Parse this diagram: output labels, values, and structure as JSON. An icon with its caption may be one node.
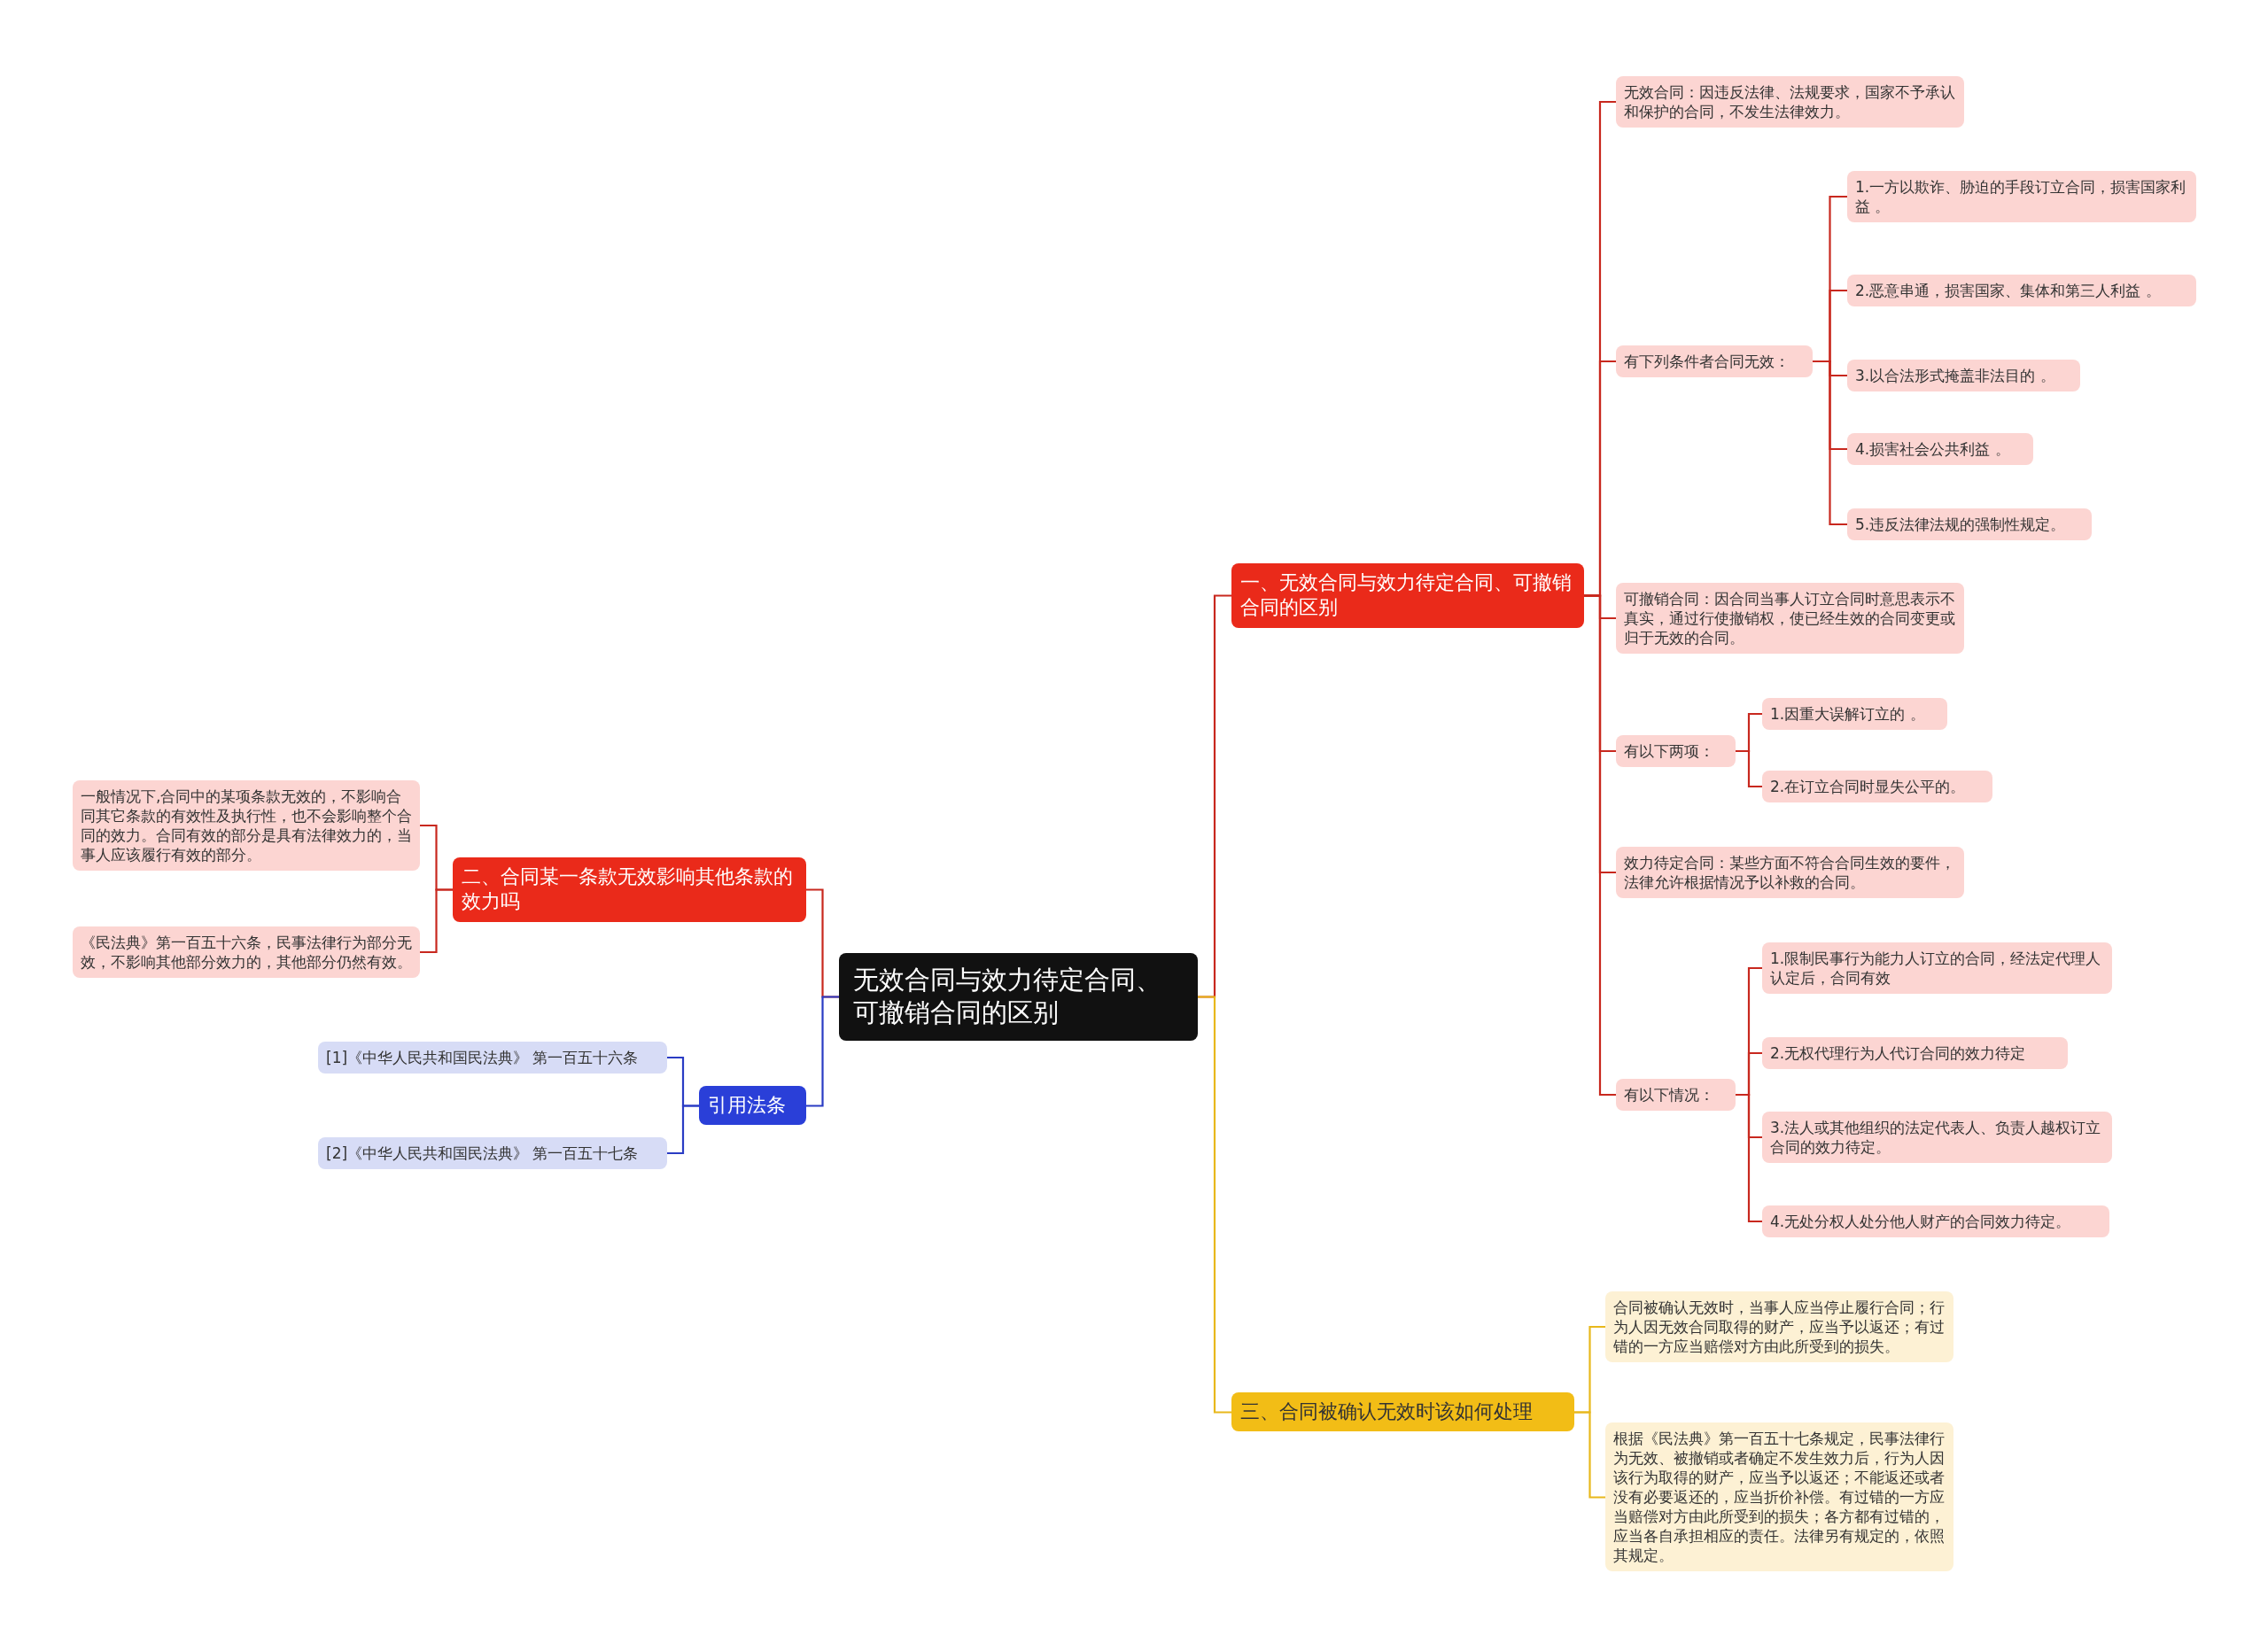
{
  "diagram": {
    "nodes": [
      {
        "text": [
          "无效合同与效力待定合同、可撤销合同的区别"
        ]
      },
      {
        "text": [
          "一、无效合同与效力待定合同、可撤销合同的区别"
        ]
      },
      {
        "text": [
          "无效合同：因违反法律、法规要求，国家不予承认和保护的合同，不发生法律效力。"
        ]
      },
      {
        "text": [
          "有下列条件者合同无效："
        ]
      },
      {
        "text": [
          "1.一方以欺诈、胁迫的手段订立合同，损害国家利益 。"
        ]
      },
      {
        "text": [
          "2.恶意串通，损害国家、集体和第三人利益 。"
        ]
      },
      {
        "text": [
          "3.以合法形式掩盖非法目的 。"
        ]
      },
      {
        "text": [
          "4.损害社会公共利益 。"
        ]
      },
      {
        "text": [
          "5.违反法律法规的强制性规定。"
        ]
      },
      {
        "text": [
          "可撤销合同：因合同当事人订立合同时意思表示不真实，通过行使撤销权，使已经生效的合同变更或归于无效的合同。"
        ]
      },
      {
        "text": [
          "有以下两项："
        ]
      },
      {
        "text": [
          "1.因重大误解订立的 。"
        ]
      },
      {
        "text": [
          "2.在订立合同时显失公平的。"
        ]
      },
      {
        "text": [
          "效力待定合同：某些方面不符合合同生效的要件，法律允许根据情况予以补救的合同。"
        ]
      },
      {
        "text": [
          "有以下情况："
        ]
      },
      {
        "text": [
          "1.限制民事行为能力人订立的合同，经法定代理人认定后，合同有效"
        ]
      },
      {
        "text": [
          "2.无权代理行为人代订合同的效力待定"
        ]
      },
      {
        "text": [
          "3.法人或其他组织的法定代表人、负责人越权订立合同的效力待定。"
        ]
      },
      {
        "text": [
          "4.无处分权人处分他人财产的合同效力待定。"
        ]
      },
      {
        "text": [
          "三、合同被确认无效时该如何处理"
        ]
      },
      {
        "text": [
          "合同被确认无效时，当事人应当停止履行合同；行为人因无效合同取得的财产，应当予以返还；有过错的一方应当赔偿对方由此所受到的损失。"
        ]
      },
      {
        "text": [
          "根据《民法典》第一百五十七条规定，民事法律行为无效、被撤销或者确定不发生效力后，行为人因该行为取得的财产，应当予以返还；不能返还或者没有必要返还的，应当折价补偿。有过错的一方应当赔偿对方由此所受到的损失；各方都有过错的，应当各自承担相应的责任。法律另有规定的，依照其规定。"
        ]
      },
      {
        "text": [
          "二、合同某一条款无效影响其他条款的效力吗"
        ]
      },
      {
        "text": [
          "一般情况下,合同中的某项条款无效的，不影响合同其它条款的有效性及执行性，也不会影响整个合同的效力。合同有效的部分是具有法律效力的，当事人应该履行有效的部分。"
        ]
      },
      {
        "text": [
          "《民法典》第一百五十六条，民事法律行为部分无效，不影响其他部分效力的，其他部分仍然有效。"
        ]
      },
      {
        "text": [
          "引用法条"
        ]
      },
      {
        "text": [
          "[1]《中华人民共和国民法典》 第一百五十六条"
        ]
      },
      {
        "text": [
          "[2]《中华人民共和国民法典》 第一百五十七条"
        ]
      }
    ],
    "edges": [
      {
        "from": 0,
        "to": 1,
        "arrow": "none"
      },
      {
        "from": 1,
        "to": 2,
        "arrow": "none"
      },
      {
        "from": 1,
        "to": 3,
        "arrow": "none"
      },
      {
        "from": 3,
        "to": 4,
        "arrow": "none"
      },
      {
        "from": 3,
        "to": 5,
        "arrow": "none"
      },
      {
        "from": 3,
        "to": 6,
        "arrow": "none"
      },
      {
        "from": 3,
        "to": 7,
        "arrow": "none"
      },
      {
        "from": 3,
        "to": 8,
        "arrow": "none"
      },
      {
        "from": 1,
        "to": 9,
        "arrow": "none"
      },
      {
        "from": 1,
        "to": 10,
        "arrow": "none"
      },
      {
        "from": 10,
        "to": 11,
        "arrow": "none"
      },
      {
        "from": 10,
        "to": 12,
        "arrow": "none"
      },
      {
        "from": 1,
        "to": 13,
        "arrow": "none"
      },
      {
        "from": 1,
        "to": 14,
        "arrow": "none"
      },
      {
        "from": 14,
        "to": 15,
        "arrow": "none"
      },
      {
        "from": 14,
        "to": 16,
        "arrow": "none"
      },
      {
        "from": 14,
        "to": 17,
        "arrow": "none"
      },
      {
        "from": 14,
        "to": 18,
        "arrow": "none"
      },
      {
        "from": 0,
        "to": 19,
        "arrow": "none",
        "color": "#e8b81c"
      },
      {
        "from": 19,
        "to": 20,
        "arrow": "none",
        "color": "#e8b81c"
      },
      {
        "from": 19,
        "to": 21,
        "arrow": "none",
        "color": "#e8b81c"
      },
      {
        "from": 0,
        "to": 22,
        "arrow": "none"
      },
      {
        "from": 22,
        "to": 23,
        "arrow": "none"
      },
      {
        "from": 22,
        "to": 24,
        "arrow": "none"
      },
      {
        "from": 0,
        "to": 25,
        "arrow": "none",
        "color": "#2a3cc4"
      },
      {
        "from": 25,
        "to": 26,
        "arrow": "none",
        "color": "#2a3cc4"
      },
      {
        "from": 25,
        "to": 27,
        "arrow": "none",
        "color": "#2a3cc4"
      }
    ]
  }
}
